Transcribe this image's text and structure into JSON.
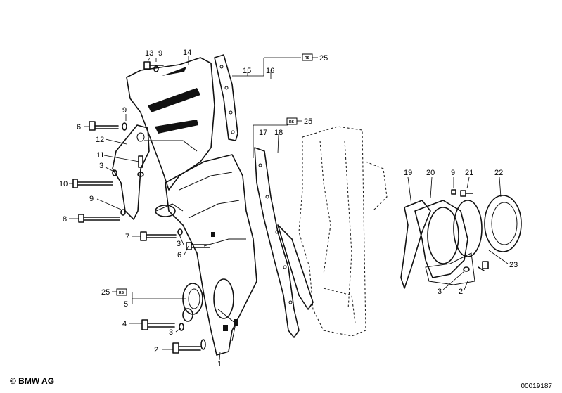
{
  "labels": {
    "l1": "1",
    "l2": "2",
    "l3a": "3",
    "l3b": "3",
    "l3c": "3",
    "l3d": "3",
    "l2b": "2",
    "l4": "4",
    "l5": "5",
    "l6a": "6",
    "l6b": "6",
    "l7": "7",
    "l8": "8",
    "l9a": "9",
    "l9b": "9",
    "l9c": "9",
    "l9d": "9",
    "l10": "10",
    "l11": "11",
    "l12": "12",
    "l13": "13",
    "l14": "14",
    "l15": "15",
    "l16": "16",
    "l17": "17",
    "l18": "18",
    "l19": "19",
    "l20": "20",
    "l21": "21",
    "l22": "22",
    "l23": "23",
    "l25a": "25",
    "l25b": "25",
    "l25c": "25"
  },
  "footer": {
    "copyright": "© BMW AG",
    "diagram_id": "00019187"
  },
  "icons": [
    "repair-kit-badge-icon"
  ]
}
